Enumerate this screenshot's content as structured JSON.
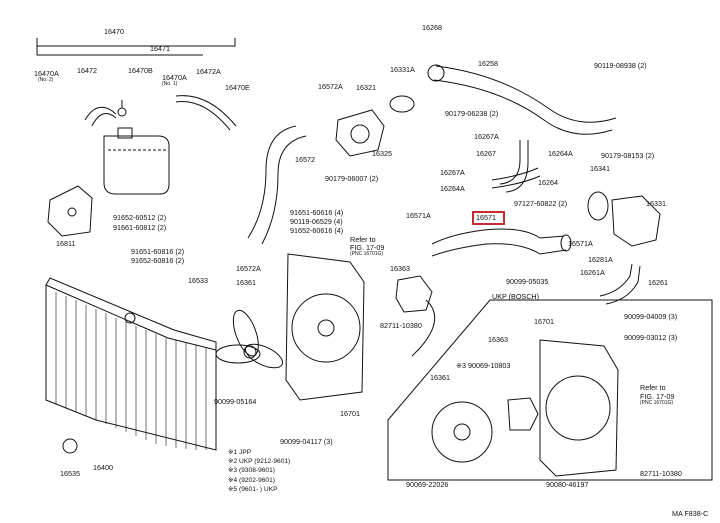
{
  "parts": {
    "p16470": "16470",
    "p16471": "16471",
    "p16472": "16472",
    "p16470B": "16470B",
    "p16470A": "16470A",
    "p16472A": "16472A",
    "p16470A_left": "16470A",
    "p16470A_left_sub": "(No. 2)",
    "p16470A_right_sub": "(No. 1)",
    "p16470E": "16470E",
    "p16811": "16811",
    "p91652_60512": "91652-60512 (2)",
    "p91661_60812": "91661-60812 (2)",
    "p91651_60816_L": "91651-60816 (2)",
    "p91652_60816": "91652-60816 (2)",
    "p16533": "16533",
    "p16400": "16400",
    "p16535": "16535",
    "p16572A_top": "16572A",
    "p16572": "16572",
    "p16572A_bot": "16572A",
    "p91651_60616": "91651-60616 (4)",
    "p90119_06529": "90119-06529 (4)",
    "p91652_60616": "91652-60616 (4)",
    "p16361_left": "16361",
    "p90099_05164": "90099-05164",
    "p90099_04117": "90099-04117 (3)",
    "p16701_left": "16701",
    "p16321": "16321",
    "p16331A": "16331A",
    "p16325": "16325",
    "p90179_06007": "90179-06007 (2)",
    "refer_a1": "Refer to",
    "refer_a2": "FIG. 17-09",
    "refer_a3": "(PNC 16701G)",
    "p16363_left": "16363",
    "p82711_10380_L": "82711-10380",
    "p16268": "16268",
    "p16258": "16258",
    "p90179_06238": "90179-06238 (2)",
    "p90119_08938": "90119-08938 (2)",
    "p16267A_top": "16267A",
    "p16267": "16267",
    "p16264A_r": "16264A",
    "p16267A_bot": "16267A",
    "p16264A_l": "16264A",
    "p16264": "16264",
    "p90179_08153": "90179-08153 (2)",
    "p16341": "16341",
    "p97127_60822": "97127-60822 (2)",
    "p16331": "16331",
    "p16571A_top": "16571A",
    "p16571": "16571",
    "p16571A_bot": "16571A",
    "p16281A": "16281A",
    "p16261A": "16261A",
    "p16261": "16261",
    "p90099_05035": "90099-05035",
    "ukp_bosch": "UKP (BOSCH)",
    "p16701_right": "16701",
    "p16363_right": "16363",
    "p90099_04009": "90099-04009 (3)",
    "p90099_03012": "90099-03012 (3)",
    "p90069_10803": "※3 90069-10803",
    "p16361_right": "16361",
    "refer_b1": "Refer to",
    "refer_b2": "FIG. 17-09",
    "refer_b3": "(PNC 16701G)",
    "p90069_22026": "90069-22026",
    "p90080_46197": "90080-46197",
    "p82711_10380_R": "82711-10380",
    "figcode": "MA F838-C"
  },
  "legend": [
    "※1 JPP",
    "※2 UKP (9212-9601)",
    "※3 (9308-9601)",
    "※4 (9202-9601)",
    "※5 (9601-        ) UKP"
  ],
  "chart_data": {
    "type": "diagram",
    "title": "",
    "highlighted_part": "16571"
  }
}
